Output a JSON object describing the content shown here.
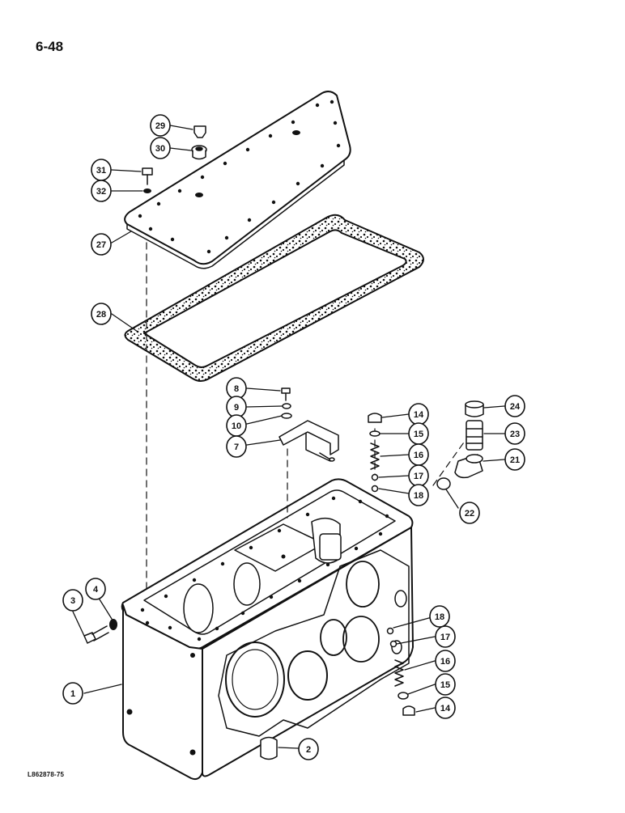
{
  "page": {
    "number": "6-48",
    "reference": "L862878-75"
  },
  "callouts": [
    {
      "key": "29",
      "label": "29"
    },
    {
      "key": "30",
      "label": "30"
    },
    {
      "key": "31",
      "label": "31"
    },
    {
      "key": "32",
      "label": "32"
    },
    {
      "key": "27",
      "label": "27"
    },
    {
      "key": "28",
      "label": "28"
    },
    {
      "key": "8",
      "label": "8"
    },
    {
      "key": "9",
      "label": "9"
    },
    {
      "key": "10",
      "label": "10"
    },
    {
      "key": "7",
      "label": "7"
    },
    {
      "key": "14a",
      "label": "14"
    },
    {
      "key": "15a",
      "label": "15"
    },
    {
      "key": "16a",
      "label": "16"
    },
    {
      "key": "17a",
      "label": "17"
    },
    {
      "key": "18a",
      "label": "18"
    },
    {
      "key": "24",
      "label": "24"
    },
    {
      "key": "23",
      "label": "23"
    },
    {
      "key": "21",
      "label": "21"
    },
    {
      "key": "22",
      "label": "22"
    },
    {
      "key": "3",
      "label": "3"
    },
    {
      "key": "4",
      "label": "4"
    },
    {
      "key": "1",
      "label": "1"
    },
    {
      "key": "2",
      "label": "2"
    },
    {
      "key": "18b",
      "label": "18"
    },
    {
      "key": "17b",
      "label": "17"
    },
    {
      "key": "16b",
      "label": "16"
    },
    {
      "key": "15b",
      "label": "15"
    },
    {
      "key": "14b",
      "label": "14"
    }
  ]
}
